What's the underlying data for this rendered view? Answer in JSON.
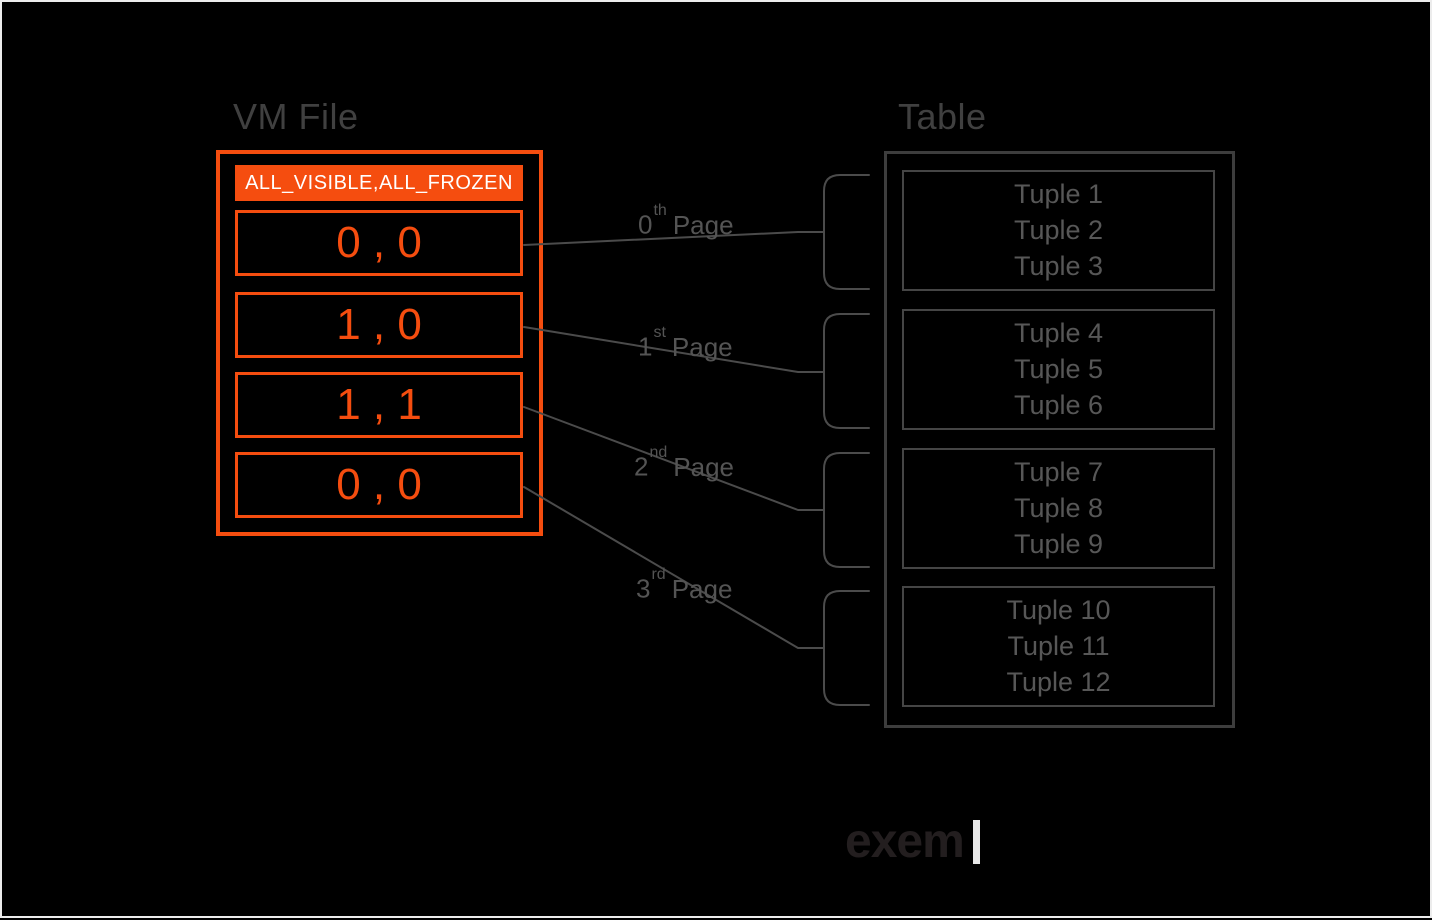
{
  "colors": {
    "accent_orange": "#F54D0F",
    "connector_gray": "#4b4b4b",
    "table_border_gray": "#3d3d3d",
    "tuple_border_gray": "#454545",
    "tuple_text_gray": "#575757",
    "title_gray": "#404040",
    "label_gray": "#545454",
    "header_text": "#ffffff",
    "logo_dark": "#231e1f",
    "logo_bar": "#e8e8e8",
    "frame_light": "#ececec",
    "background": "#000000"
  },
  "vm_file": {
    "title": "VM File",
    "header_label": "ALL_VISIBLE,ALL_FROZEN",
    "cells": [
      {
        "value": "0 , 0"
      },
      {
        "value": "1 , 0"
      },
      {
        "value": "1 , 1"
      },
      {
        "value": "0 , 0"
      }
    ]
  },
  "page_labels": [
    {
      "number": "0",
      "ordinal": "th",
      "word": "Page"
    },
    {
      "number": "1",
      "ordinal": "st",
      "word": "Page"
    },
    {
      "number": "2",
      "ordinal": "nd",
      "word": "Page"
    },
    {
      "number": "3",
      "ordinal": "rd",
      "word": "Page"
    }
  ],
  "table": {
    "title": "Table",
    "groups": [
      {
        "tuples": [
          "Tuple 1",
          "Tuple 2",
          "Tuple 3"
        ]
      },
      {
        "tuples": [
          "Tuple 4",
          "Tuple 5",
          "Tuple 6"
        ]
      },
      {
        "tuples": [
          "Tuple 7",
          "Tuple 8",
          "Tuple 9"
        ]
      },
      {
        "tuples": [
          "Tuple 10",
          "Tuple 11",
          "Tuple 12"
        ]
      }
    ]
  },
  "logo": {
    "text": "exem"
  }
}
